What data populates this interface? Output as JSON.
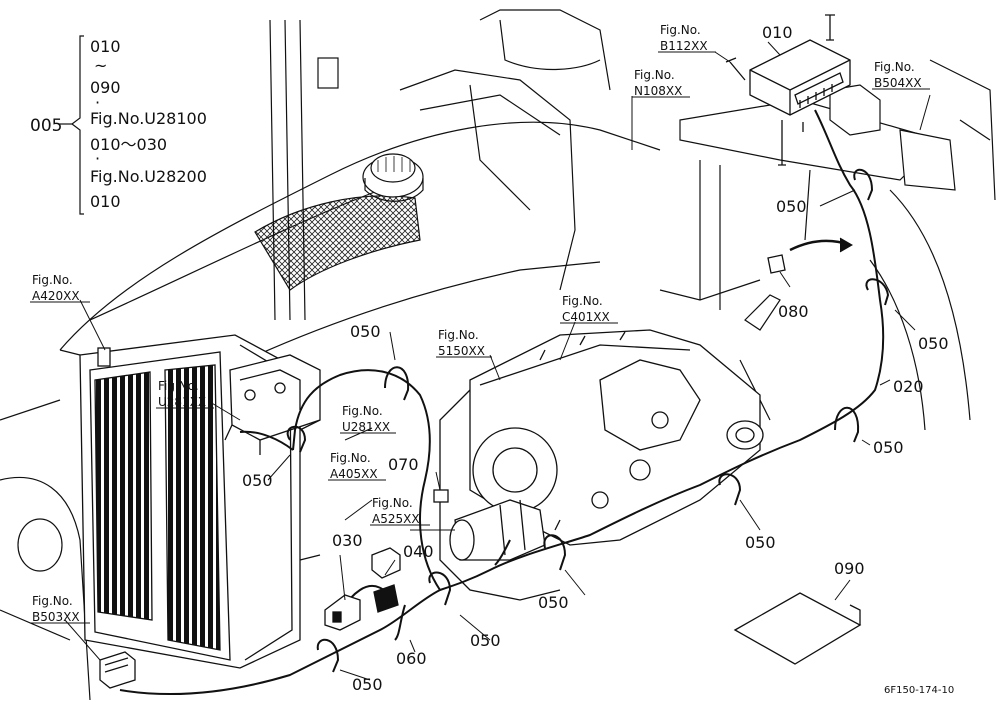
{
  "legend": {
    "main_ref": "005",
    "lines": [
      "010",
      "~",
      "090",
      "·",
      "Fig.No.U28100",
      "010～030",
      "·",
      "Fig.No.U28200",
      "010"
    ]
  },
  "labels": {
    "fig_prefix": "Fig.No.",
    "fig_b112": "B112XX",
    "fig_n108": "N108XX",
    "fig_b504": "B504XX",
    "fig_a420": "A420XX",
    "fig_c401": "C401XX",
    "fig_5150": "5150XX",
    "fig_u281_a": "U281XX",
    "fig_u281_b": "U281XX",
    "fig_a405": "A405XX",
    "fig_a525": "A525XX",
    "fig_b503": "B503XX",
    "p010": "010",
    "p020": "020",
    "p030": "030",
    "p040": "040",
    "p050": "050",
    "p060": "060",
    "p070": "070",
    "p080": "080",
    "p090": "090",
    "drawing_code": "6F150-174-10"
  }
}
